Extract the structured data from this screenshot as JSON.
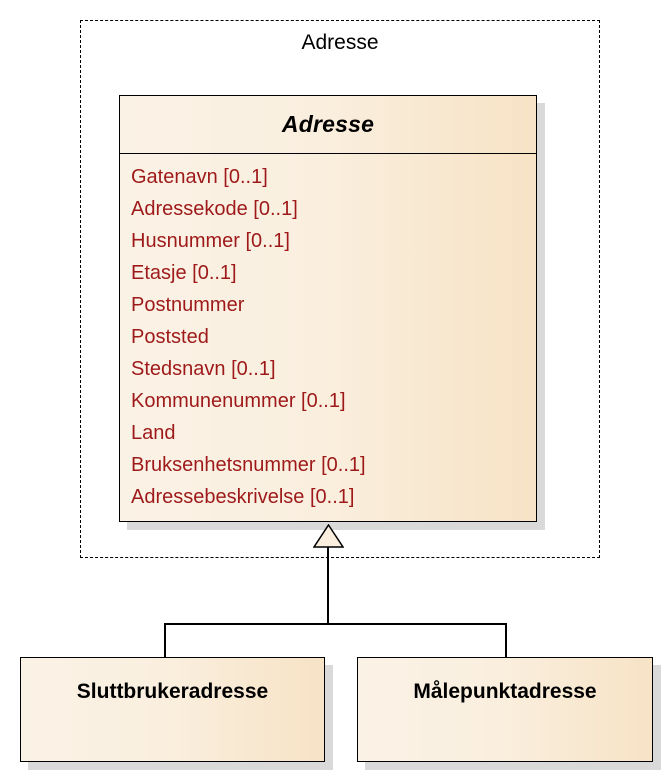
{
  "diagram": {
    "kind": "uml-class-diagram",
    "package": {
      "label": "Adresse"
    },
    "base_class": {
      "name": "Adresse",
      "attributes": [
        "Gatenavn [0..1]",
        "Adressekode [0..1]",
        "Husnummer [0..1]",
        "Etasje [0..1]",
        "Postnummer",
        "Poststed",
        "Stedsnavn [0..1]",
        "Kommunenummer [0..1]",
        "Land",
        "Bruksenhetsnummer [0..1]",
        "Adressebeskrivelse [0..1]"
      ]
    },
    "subclasses": [
      {
        "name": "Sluttbrukeradresse"
      },
      {
        "name": "Målepunktadresse"
      }
    ],
    "relationship": {
      "type": "generalization",
      "marker": "hollow-triangle"
    },
    "colors": {
      "box_fill_light": "#fbf2e6",
      "box_fill_dark": "#f7e3c6",
      "attribute_text": "#9e1a1a",
      "title_text": "#000000",
      "border": "#000000",
      "shadow": "#d9d9d9"
    }
  }
}
